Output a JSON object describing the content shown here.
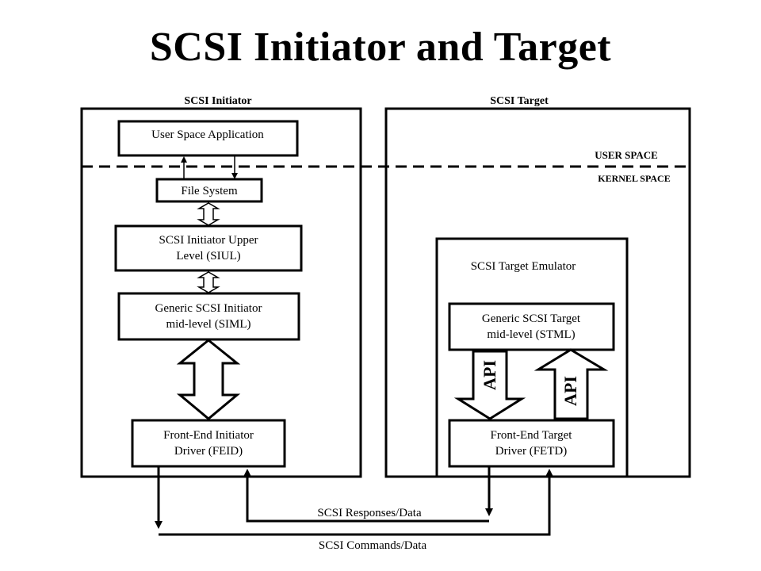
{
  "title": "SCSI Initiator and Target",
  "panels": {
    "initiator": "SCSI Initiator",
    "target": "SCSI Target"
  },
  "space_labels": {
    "user": "USER SPACE",
    "kernel": "KERNEL SPACE"
  },
  "initiator_boxes": {
    "user_app": "User Space Application",
    "file_system": "File System",
    "siul_line1": "SCSI Initiator Upper",
    "siul_line2": "Level (SIUL)",
    "siml_line1": "Generic SCSI Initiator",
    "siml_line2": "mid-level (SIML)",
    "feid_line1": "Front-End Initiator",
    "feid_line2": "Driver (FEID)"
  },
  "target_boxes": {
    "emulator": "SCSI Target Emulator",
    "stml_line1": "Generic SCSI Target",
    "stml_line2": "mid-level (STML)",
    "fetd_line1": "Front-End Target",
    "fetd_line2": "Driver (FETD)",
    "api_down": "API",
    "api_up": "API"
  },
  "connections": {
    "responses": "SCSI Responses/Data",
    "commands": "SCSI Commands/Data"
  }
}
